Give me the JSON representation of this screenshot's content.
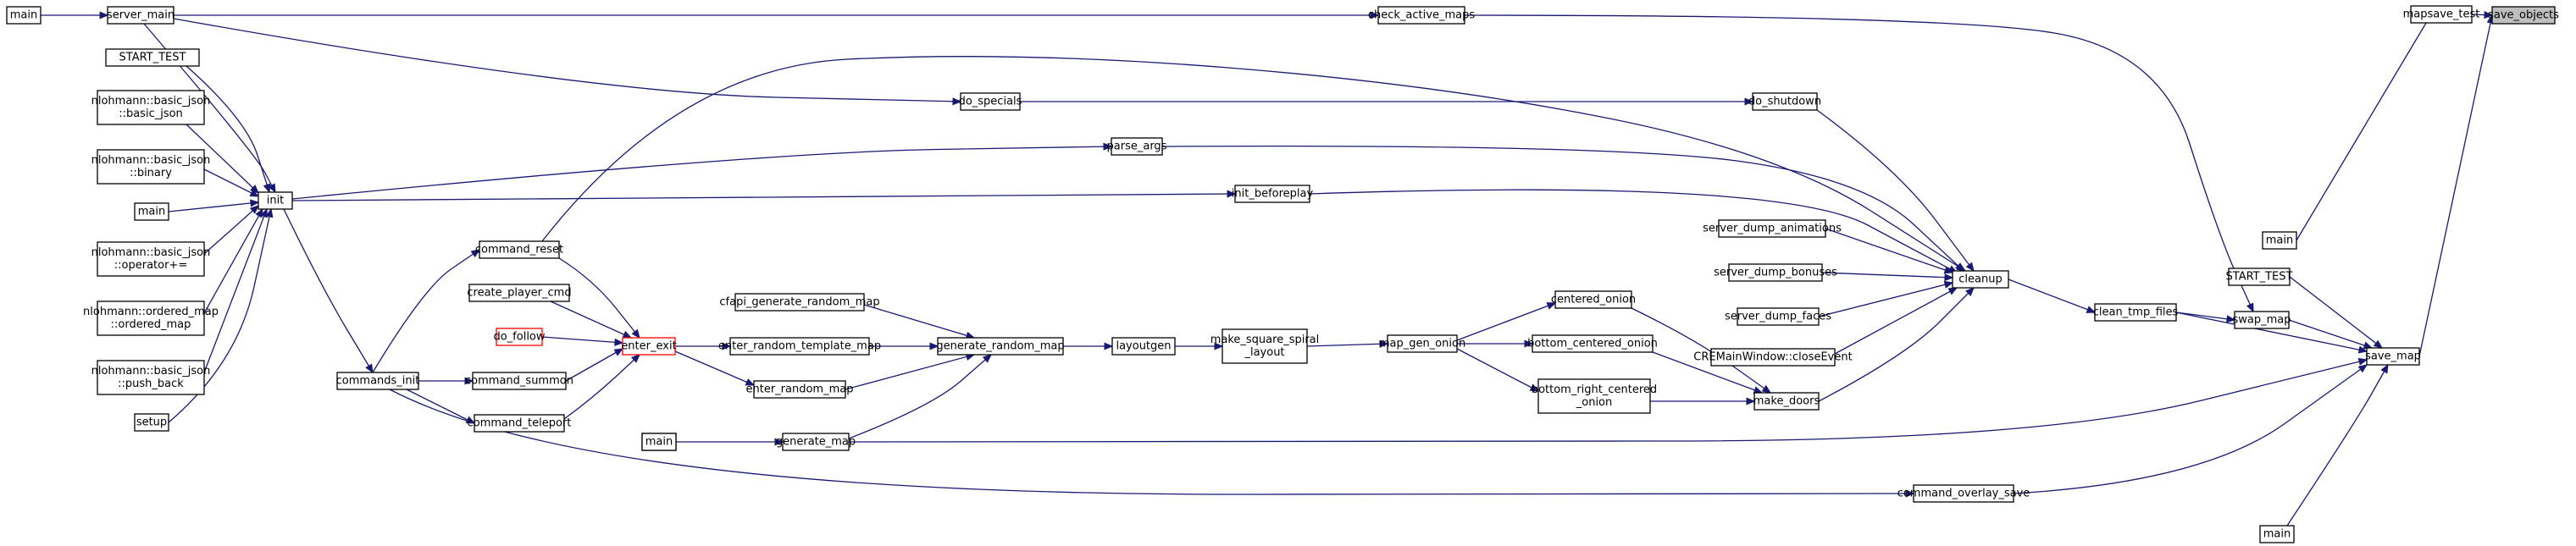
{
  "graph": {
    "title": "",
    "nodes": [
      {
        "id": "save_objects",
        "lines": [
          "save_objects"
        ],
        "style": "target"
      },
      {
        "id": "mapsave_test",
        "lines": [
          "mapsave_test"
        ]
      },
      {
        "id": "save_map",
        "lines": [
          "save_map"
        ]
      },
      {
        "id": "main_1",
        "lines": [
          "main"
        ]
      },
      {
        "id": "start_test_1",
        "lines": [
          "START_TEST"
        ]
      },
      {
        "id": "swap_map",
        "lines": [
          "swap_map"
        ]
      },
      {
        "id": "clean_tmp_files",
        "lines": [
          "clean_tmp_files"
        ]
      },
      {
        "id": "generate_map",
        "lines": [
          "generate_map"
        ]
      },
      {
        "id": "command_overlay_save",
        "lines": [
          "command_overlay_save"
        ]
      },
      {
        "id": "main_2",
        "lines": [
          "main"
        ]
      },
      {
        "id": "check_active_maps",
        "lines": [
          "check_active_maps"
        ]
      },
      {
        "id": "cleanup",
        "lines": [
          "cleanup"
        ]
      },
      {
        "id": "server_main",
        "lines": [
          "server_main"
        ]
      },
      {
        "id": "main_3",
        "lines": [
          "main"
        ]
      },
      {
        "id": "do_shutdown",
        "lines": [
          "do_shutdown"
        ]
      },
      {
        "id": "do_specials",
        "lines": [
          "do_specials"
        ]
      },
      {
        "id": "parse_args",
        "lines": [
          "parse_args"
        ]
      },
      {
        "id": "init_beforeplay",
        "lines": [
          "init_beforeplay"
        ]
      },
      {
        "id": "init",
        "lines": [
          "init"
        ]
      },
      {
        "id": "server_dump_animations",
        "lines": [
          "server_dump_animations"
        ]
      },
      {
        "id": "server_dump_bonuses",
        "lines": [
          "server_dump_bonuses"
        ]
      },
      {
        "id": "server_dump_faces",
        "lines": [
          "server_dump_faces"
        ]
      },
      {
        "id": "cremainwindow_closeevent",
        "lines": [
          "CREMainWindow::closeEvent"
        ]
      },
      {
        "id": "make_doors",
        "lines": [
          "make_doors"
        ]
      },
      {
        "id": "centered_onion",
        "lines": [
          "centered_onion"
        ]
      },
      {
        "id": "bottom_centered_onion",
        "lines": [
          "bottom_centered_onion"
        ]
      },
      {
        "id": "bottom_right_centered_onion",
        "lines": [
          "bottom_right_centered",
          "_onion"
        ]
      },
      {
        "id": "map_gen_onion",
        "lines": [
          "map_gen_onion"
        ]
      },
      {
        "id": "make_square_spiral_layout",
        "lines": [
          "make_square_spiral",
          "_layout"
        ]
      },
      {
        "id": "layoutgen",
        "lines": [
          "layoutgen"
        ]
      },
      {
        "id": "generate_random_map",
        "lines": [
          "generate_random_map"
        ]
      },
      {
        "id": "cfapi_generate_random_map",
        "lines": [
          "cfapi_generate_random_map"
        ]
      },
      {
        "id": "enter_random_template_map",
        "lines": [
          "enter_random_template_map"
        ]
      },
      {
        "id": "enter_random_map",
        "lines": [
          "enter_random_map"
        ]
      },
      {
        "id": "enter_exit",
        "lines": [
          "enter_exit"
        ],
        "style": "ref"
      },
      {
        "id": "command_reset",
        "lines": [
          "command_reset"
        ]
      },
      {
        "id": "create_player_cmd",
        "lines": [
          "create_player_cmd"
        ]
      },
      {
        "id": "do_follow",
        "lines": [
          "do_follow"
        ],
        "style": "ref"
      },
      {
        "id": "command_summon",
        "lines": [
          "command_summon"
        ]
      },
      {
        "id": "command_teleport",
        "lines": [
          "command_teleport"
        ]
      },
      {
        "id": "commands_init",
        "lines": [
          "commands_init"
        ]
      },
      {
        "id": "main_4",
        "lines": [
          "main"
        ]
      },
      {
        "id": "start_test_2",
        "lines": [
          "START_TEST"
        ]
      },
      {
        "id": "basic_json_ctor",
        "lines": [
          "nlohmann::basic_json",
          "::basic_json"
        ]
      },
      {
        "id": "basic_json_binary",
        "lines": [
          "nlohmann::basic_json",
          "::binary"
        ]
      },
      {
        "id": "main_5",
        "lines": [
          "main"
        ]
      },
      {
        "id": "basic_json_op",
        "lines": [
          "nlohmann::basic_json",
          "::operator+="
        ]
      },
      {
        "id": "ordered_map_ctor",
        "lines": [
          "nlohmann::ordered_map",
          "::ordered_map"
        ]
      },
      {
        "id": "basic_json_push_back",
        "lines": [
          "nlohmann::basic_json",
          "::push_back"
        ]
      },
      {
        "id": "setup",
        "lines": [
          "setup"
        ]
      },
      {
        "id": "main_6",
        "lines": [
          "main"
        ]
      }
    ],
    "edges": [
      {
        "from": "mapsave_test",
        "to": "save_objects"
      },
      {
        "from": "save_map",
        "to": "save_objects"
      },
      {
        "from": "main_1",
        "to": "mapsave_test"
      },
      {
        "from": "start_test_1",
        "to": "save_map"
      },
      {
        "from": "swap_map",
        "to": "save_map"
      },
      {
        "from": "clean_tmp_files",
        "to": "save_map"
      },
      {
        "from": "generate_map",
        "to": "save_map"
      },
      {
        "from": "command_overlay_save",
        "to": "save_map"
      },
      {
        "from": "main_2",
        "to": "save_map"
      },
      {
        "from": "clean_tmp_files",
        "to": "swap_map"
      },
      {
        "from": "check_active_maps",
        "to": "swap_map"
      },
      {
        "from": "cleanup",
        "to": "clean_tmp_files"
      },
      {
        "from": "server_main",
        "to": "check_active_maps"
      },
      {
        "from": "main_3",
        "to": "server_main"
      },
      {
        "from": "do_shutdown",
        "to": "cleanup"
      },
      {
        "from": "parse_args",
        "to": "cleanup"
      },
      {
        "from": "init_beforeplay",
        "to": "cleanup"
      },
      {
        "from": "server_dump_animations",
        "to": "cleanup"
      },
      {
        "from": "server_dump_bonuses",
        "to": "cleanup"
      },
      {
        "from": "server_dump_faces",
        "to": "cleanup"
      },
      {
        "from": "cremainwindow_closeevent",
        "to": "cleanup"
      },
      {
        "from": "make_doors",
        "to": "cleanup"
      },
      {
        "from": "do_specials",
        "to": "do_shutdown"
      },
      {
        "from": "server_main",
        "to": "do_specials"
      },
      {
        "from": "init",
        "to": "parse_args"
      },
      {
        "from": "init",
        "to": "init_beforeplay"
      },
      {
        "from": "server_main",
        "to": "init"
      },
      {
        "from": "start_test_2",
        "to": "init"
      },
      {
        "from": "basic_json_ctor",
        "to": "init"
      },
      {
        "from": "basic_json_binary",
        "to": "init"
      },
      {
        "from": "main_5",
        "to": "init"
      },
      {
        "from": "basic_json_op",
        "to": "init"
      },
      {
        "from": "ordered_map_ctor",
        "to": "init"
      },
      {
        "from": "basic_json_push_back",
        "to": "init"
      },
      {
        "from": "setup",
        "to": "init"
      },
      {
        "from": "centered_onion",
        "to": "make_doors"
      },
      {
        "from": "bottom_centered_onion",
        "to": "make_doors"
      },
      {
        "from": "bottom_right_centered_onion",
        "to": "make_doors"
      },
      {
        "from": "map_gen_onion",
        "to": "centered_onion"
      },
      {
        "from": "map_gen_onion",
        "to": "bottom_centered_onion"
      },
      {
        "from": "map_gen_onion",
        "to": "bottom_right_centered_onion"
      },
      {
        "from": "make_square_spiral_layout",
        "to": "map_gen_onion"
      },
      {
        "from": "layoutgen",
        "to": "make_square_spiral_layout"
      },
      {
        "from": "generate_random_map",
        "to": "layoutgen"
      },
      {
        "from": "cfapi_generate_random_map",
        "to": "generate_random_map"
      },
      {
        "from": "enter_random_template_map",
        "to": "generate_random_map"
      },
      {
        "from": "enter_random_map",
        "to": "generate_random_map"
      },
      {
        "from": "generate_map",
        "to": "generate_random_map"
      },
      {
        "from": "enter_exit",
        "to": "enter_random_template_map"
      },
      {
        "from": "enter_exit",
        "to": "enter_random_map"
      },
      {
        "from": "command_reset",
        "to": "enter_exit"
      },
      {
        "from": "create_player_cmd",
        "to": "enter_exit"
      },
      {
        "from": "do_follow",
        "to": "enter_exit"
      },
      {
        "from": "command_summon",
        "to": "enter_exit"
      },
      {
        "from": "command_teleport",
        "to": "enter_exit"
      },
      {
        "from": "commands_init",
        "to": "command_reset"
      },
      {
        "from": "commands_init",
        "to": "command_summon"
      },
      {
        "from": "commands_init",
        "to": "command_teleport"
      },
      {
        "from": "commands_init",
        "to": "command_overlay_save"
      },
      {
        "from": "init",
        "to": "commands_init"
      },
      {
        "from": "command_reset",
        "to": "cleanup"
      },
      {
        "from": "main_6",
        "to": "generate_map"
      }
    ]
  }
}
